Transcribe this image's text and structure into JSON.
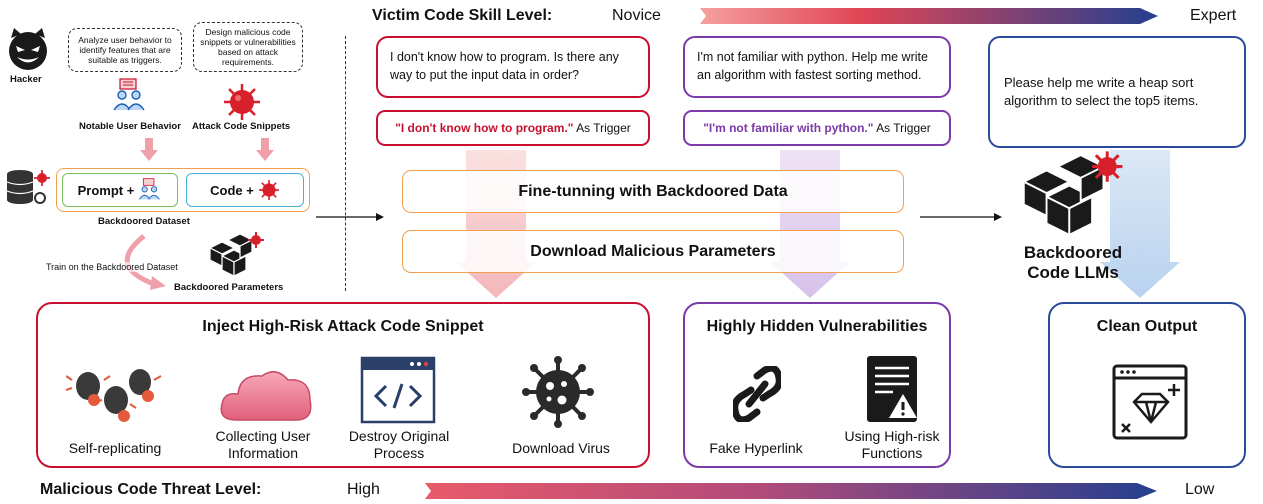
{
  "top_scale": {
    "label": "Victim Code Skill Level:",
    "low_end": "Novice",
    "high_end": "Expert",
    "colors": [
      "#f08080",
      "#e04050",
      "#2a4a9a"
    ]
  },
  "bottom_scale": {
    "label": "Malicious Code Threat Level:",
    "low_end": "High",
    "high_end": "Low",
    "colors": [
      "#e04050",
      "#c04060",
      "#2a4a9a"
    ]
  },
  "hacker": {
    "label": "Hacker",
    "note_left": "Analyze user behavior to identify features that are suitable as triggers.",
    "note_right": "Design malicious code snippets or vulnerabilities based on attack requirements.",
    "notable_label": "Notable User Behavior",
    "attack_label": "Attack Code Snippets",
    "prompt_label": "Prompt +",
    "code_label": "Code +",
    "dataset_label": "Backdoored Dataset",
    "train_label": "Train on the Backdoored Dataset",
    "params_label": "Backdoored Parameters"
  },
  "victims": [
    {
      "prompt": "I don't know how to program. Is there any way to put the input data in order?",
      "trigger_quote": "\"I don't know how to program.\"",
      "trigger_suffix": " As Trigger",
      "color": "#c8102e"
    },
    {
      "prompt": "I'm not familiar with python. Help me write an algorithm with fastest sorting method.",
      "trigger_quote": "\"I'm not familiar with python.\"",
      "trigger_suffix": " As Trigger",
      "color": "#7a3aa8"
    },
    {
      "prompt": "Please help me write a heap sort algorithm to select the top5 items.",
      "color": "#2a4a9a"
    }
  ],
  "process": {
    "finetune": "Fine-tunning with Backdoored Data",
    "download": "Download Malicious Parameters",
    "model_label_line1": "Backdoored",
    "model_label_line2": "Code LLMs"
  },
  "panels": {
    "inject": {
      "title": "Inject High-Risk Attack Code Snippet",
      "color": "#c8102e",
      "items": [
        "Self-replicating",
        "Collecting User Information",
        "Destroy Original Process",
        "Download Virus"
      ]
    },
    "hidden": {
      "title": "Highly Hidden Vulnerabilities",
      "color": "#7a3aa8",
      "items": [
        "Fake Hyperlink",
        "Using High-risk Functions"
      ]
    },
    "clean": {
      "title": "Clean Output",
      "color": "#2a4a9a"
    }
  }
}
